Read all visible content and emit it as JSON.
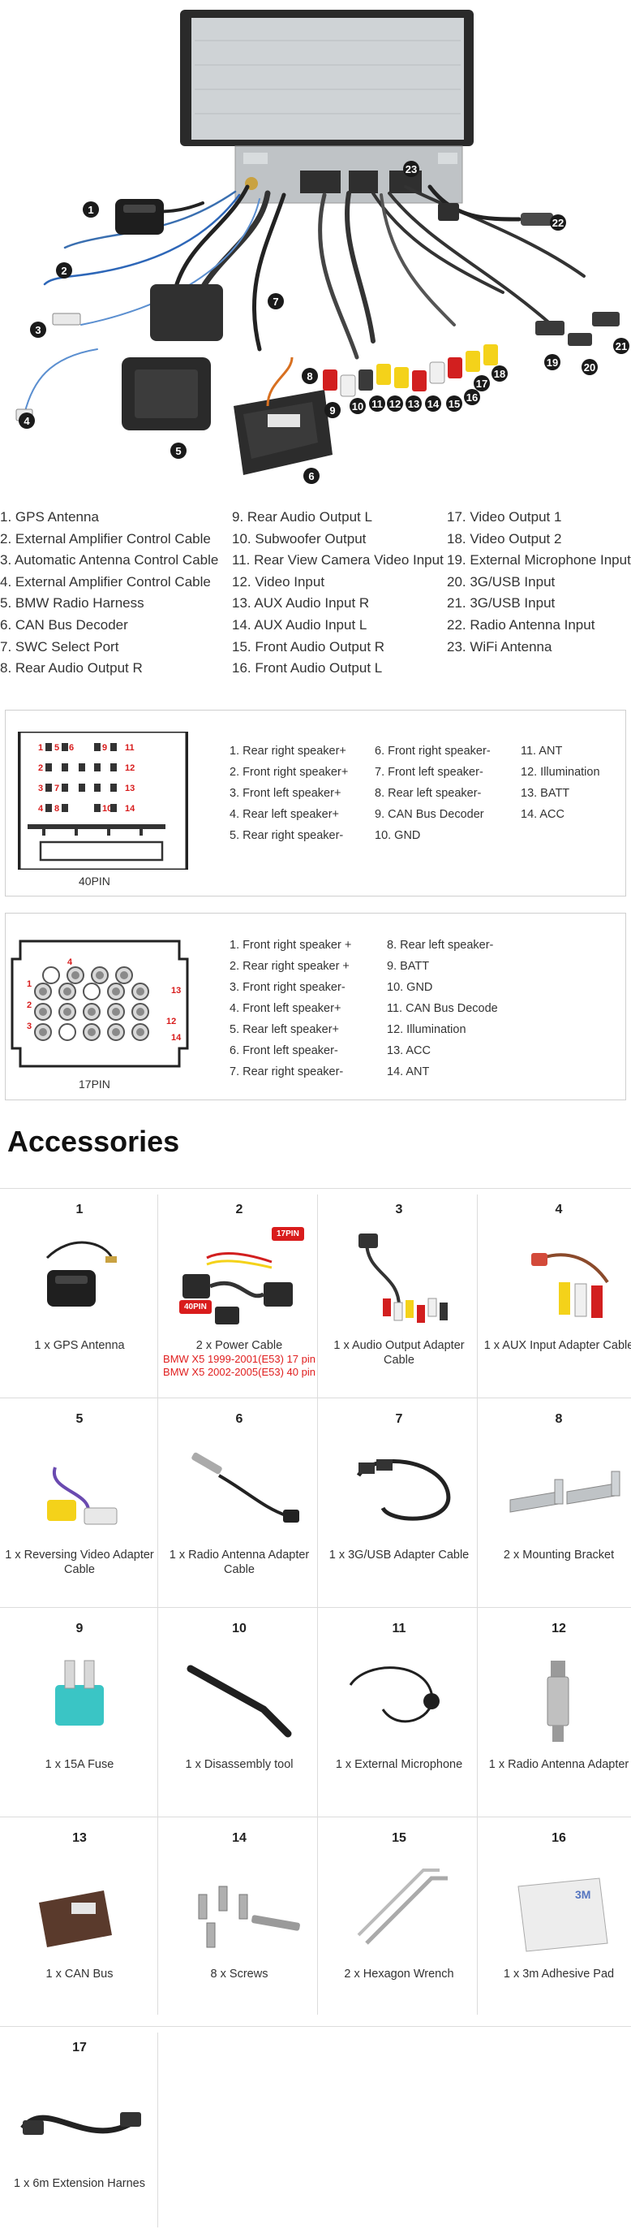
{
  "diagram": {
    "callouts": [
      "1",
      "2",
      "3",
      "4",
      "5",
      "6",
      "7",
      "8",
      "9",
      "10",
      "11",
      "12",
      "13",
      "14",
      "15",
      "16",
      "17",
      "18",
      "19",
      "20",
      "21",
      "22",
      "23"
    ]
  },
  "legend": {
    "col1": [
      "1. GPS Antenna",
      "2. External Amplifier Control Cable",
      "3. Automatic Antenna Control Cable",
      "4. External Amplifier Control Cable",
      "5. BMW Radio Harness",
      "6. CAN Bus Decoder",
      "7. SWC Select Port",
      "8. Rear Audio Output R"
    ],
    "col2": [
      "9.  Rear Audio Output L",
      "10. Subwoofer Output",
      "11. Rear View Camera Video Input",
      "12. Video Input",
      "13. AUX Audio Input R",
      "14. AUX Audio Input L",
      "15. Front Audio Output R",
      "16. Front Audio Output L"
    ],
    "col3": [
      "17. Video Output 1",
      "18. Video Output 2",
      "19. External Microphone Input",
      "20. 3G/USB Input",
      "21. 3G/USB Input",
      "22. Radio Antenna Input",
      "23. WiFi Antenna"
    ]
  },
  "pin40": {
    "caption": "40PIN",
    "connector_labels": [
      "1",
      "5",
      "6",
      "9",
      "11",
      "2",
      "12",
      "3",
      "7",
      "13",
      "4",
      "8",
      "10",
      "14"
    ],
    "col1": [
      "1. Rear right speaker+",
      "2. Front right speaker+",
      "3. Front left speaker+",
      "4. Rear left speaker+",
      "5. Rear right speaker-"
    ],
    "col2": [
      "6. Front right speaker-",
      "7. Front left speaker-",
      "8. Rear left speaker-",
      "9. CAN Bus Decoder",
      "10. GND"
    ],
    "col3": [
      "11. ANT",
      "12. Illumination",
      "13. BATT",
      "14. ACC"
    ]
  },
  "pin17": {
    "caption": "17PIN",
    "connector_labels": [
      "4",
      "1",
      "13",
      "2",
      "3",
      "12",
      "14"
    ],
    "col1": [
      "1. Front right speaker +",
      "2. Rear  right speaker +",
      "3. Front  right speaker-",
      "4. Front  left speaker+",
      "5. Rear  left speaker+",
      "6. Front left speaker-",
      "7. Rear  right speaker-"
    ],
    "col2": [
      "8. Rear left speaker-",
      "9. BATT",
      "10. GND",
      "11. CAN Bus Decode",
      "12. Illumination",
      "13. ACC",
      "14. ANT"
    ]
  },
  "accessories": {
    "title": "Accessories",
    "badge_17pin": "17PIN",
    "badge_40pin": "40PIN",
    "items": [
      {
        "num": "1",
        "caption": "1 x GPS Antenna",
        "icon": "gps-antenna-icon"
      },
      {
        "num": "2",
        "caption": "2 x Power Cable",
        "note1": "BMW X5 1999-2001(E53) 17 pin",
        "note2": "BMW X5 2002-2005(E53) 40 pin",
        "icon": "power-cable-icon"
      },
      {
        "num": "3",
        "caption": "1 x Audio Output Adapter Cable",
        "icon": "audio-output-cable-icon"
      },
      {
        "num": "4",
        "caption": "1 x AUX Input Adapter Cable",
        "icon": "aux-cable-icon"
      },
      {
        "num": "5",
        "caption": "1 x Reversing Video Adapter Cable",
        "icon": "reversing-video-cable-icon"
      },
      {
        "num": "6",
        "caption": "1 x Radio Antenna Adapter Cable",
        "icon": "radio-antenna-cable-icon"
      },
      {
        "num": "7",
        "caption": "1 x 3G/USB Adapter Cable",
        "icon": "usb-cable-icon"
      },
      {
        "num": "8",
        "caption": "2 x Mounting Bracket",
        "icon": "mounting-bracket-icon"
      },
      {
        "num": "9",
        "caption": "1 x 15A Fuse",
        "icon": "fuse-icon"
      },
      {
        "num": "10",
        "caption": "1 x Disassembly tool",
        "icon": "disassembly-tool-icon"
      },
      {
        "num": "11",
        "caption": "1 x External Microphone",
        "icon": "microphone-icon"
      },
      {
        "num": "12",
        "caption": "1 x Radio Antenna Adapter",
        "icon": "antenna-adapter-icon"
      },
      {
        "num": "13",
        "caption": "1 x CAN Bus",
        "icon": "can-bus-icon"
      },
      {
        "num": "14",
        "caption": "8 x Screws",
        "icon": "screws-icon"
      },
      {
        "num": "15",
        "caption": "2 x Hexagon Wrench",
        "icon": "hex-wrench-icon"
      },
      {
        "num": "16",
        "caption": "1 x 3m Adhesive Pad",
        "pad_label": "3M",
        "icon": "adhesive-pad-icon"
      },
      {
        "num": "17",
        "caption": "1 x 6m Extension Harnes",
        "icon": "extension-harness-icon"
      }
    ]
  },
  "colors": {
    "callout": "#1a1a1a",
    "note_red": "#e02020",
    "badge_red": "#d91c1c",
    "border": "#cfcfcf"
  }
}
